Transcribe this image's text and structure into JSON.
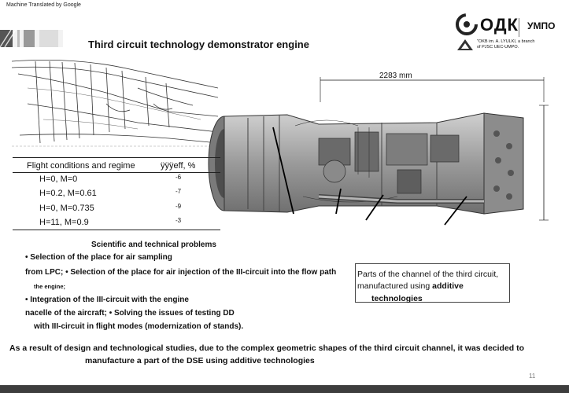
{
  "machine_translated": "Machine Translated by Google",
  "title": "Third circuit technology demonstrator engine",
  "logo": {
    "name": "ОДК",
    "sub": "УМПО",
    "note_line1": "\"OKB im. A. LYULKI, a branch",
    "note_line2": "of PJSC UEC-UMPO."
  },
  "dimension_label": "2283 mm",
  "table": {
    "headers": [
      "Flight conditions and regime",
      "ÿÿÿeff, %"
    ],
    "rows": [
      {
        "cond": "H=0, M=0",
        "val": "-6"
      },
      {
        "cond": "H=0.2, M=0.61",
        "val": "-7"
      },
      {
        "cond": "H=0, M=0.735",
        "val": "-9"
      },
      {
        "cond": "H=11, M=0.9",
        "val": "-3"
      }
    ]
  },
  "problems": {
    "heading": "Scientific and technical problems",
    "line1": "• Selection of the place for air sampling",
    "line2": "from LPC; • Selection of the place for air injection of the III-circuit into the flow path",
    "line3": "the engine;",
    "line4": "• Integration of the III-circuit with the engine",
    "line5": "nacelle of the aircraft; • Solving the issues of testing DD",
    "line6": "with III-circuit in flight modes (modernization of stands)."
  },
  "callout": {
    "text_plain": "Parts of the channel of the third circuit, manufactured using",
    "text_bold": "additive",
    "text_bold2": "technologies"
  },
  "conclusion": {
    "line1": "As a result of design and technological studies, due to the complex geometric shapes of the third circuit channel, it was decided to",
    "line2": "manufacture a part of the DSE using additive technologies"
  },
  "page_number": "11"
}
